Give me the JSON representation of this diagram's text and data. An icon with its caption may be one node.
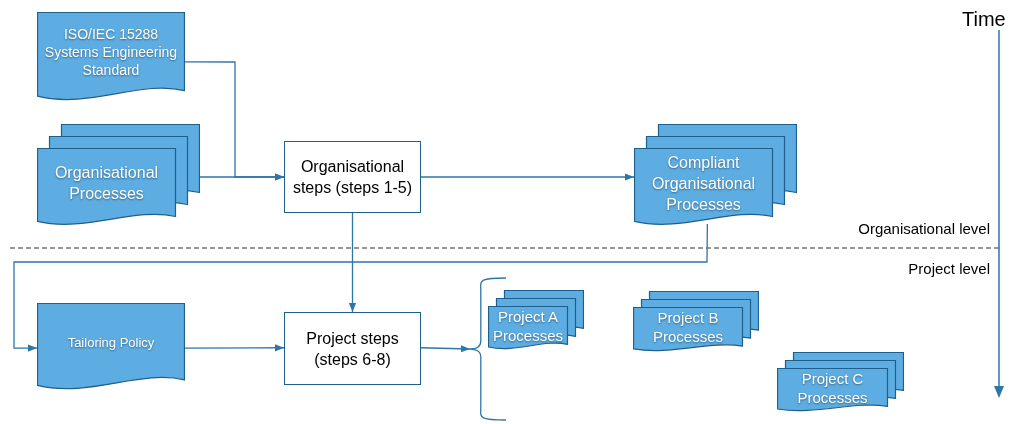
{
  "diagram": {
    "nodes": [
      {
        "text": [
          "ISO/IEC 15288 Systems Engineering Standard"
        ]
      },
      {
        "text": [
          "Organisational Processes"
        ]
      },
      {
        "text": [
          "Organisational steps (steps 1-5)"
        ]
      },
      {
        "text": [
          "Compliant Organisational Processes"
        ]
      },
      {
        "text": [
          "Tailoring Policy"
        ]
      },
      {
        "text": [
          "Project steps (steps 6-8)"
        ]
      },
      {
        "text": [],
        "shape": "brace"
      },
      {
        "text": [
          "Project A Processes"
        ]
      },
      {
        "text": [
          "Project B Processes"
        ]
      },
      {
        "text": [
          "Project C Processes"
        ]
      }
    ],
    "edges": [
      {
        "from": 0,
        "to": 2,
        "arrow": "to"
      },
      {
        "from": 1,
        "to": 2,
        "arrow": "to"
      },
      {
        "from": 2,
        "to": 3,
        "arrow": "to"
      },
      {
        "from": 3,
        "to": 4,
        "arrow": "to"
      },
      {
        "from": 2,
        "to": 5,
        "arrow": "to"
      },
      {
        "from": 4,
        "to": 5,
        "arrow": "to"
      },
      {
        "from": 5,
        "to": 6,
        "arrow": "to"
      }
    ],
    "labels": [
      "Time",
      "Organisational level",
      "Project level"
    ]
  }
}
